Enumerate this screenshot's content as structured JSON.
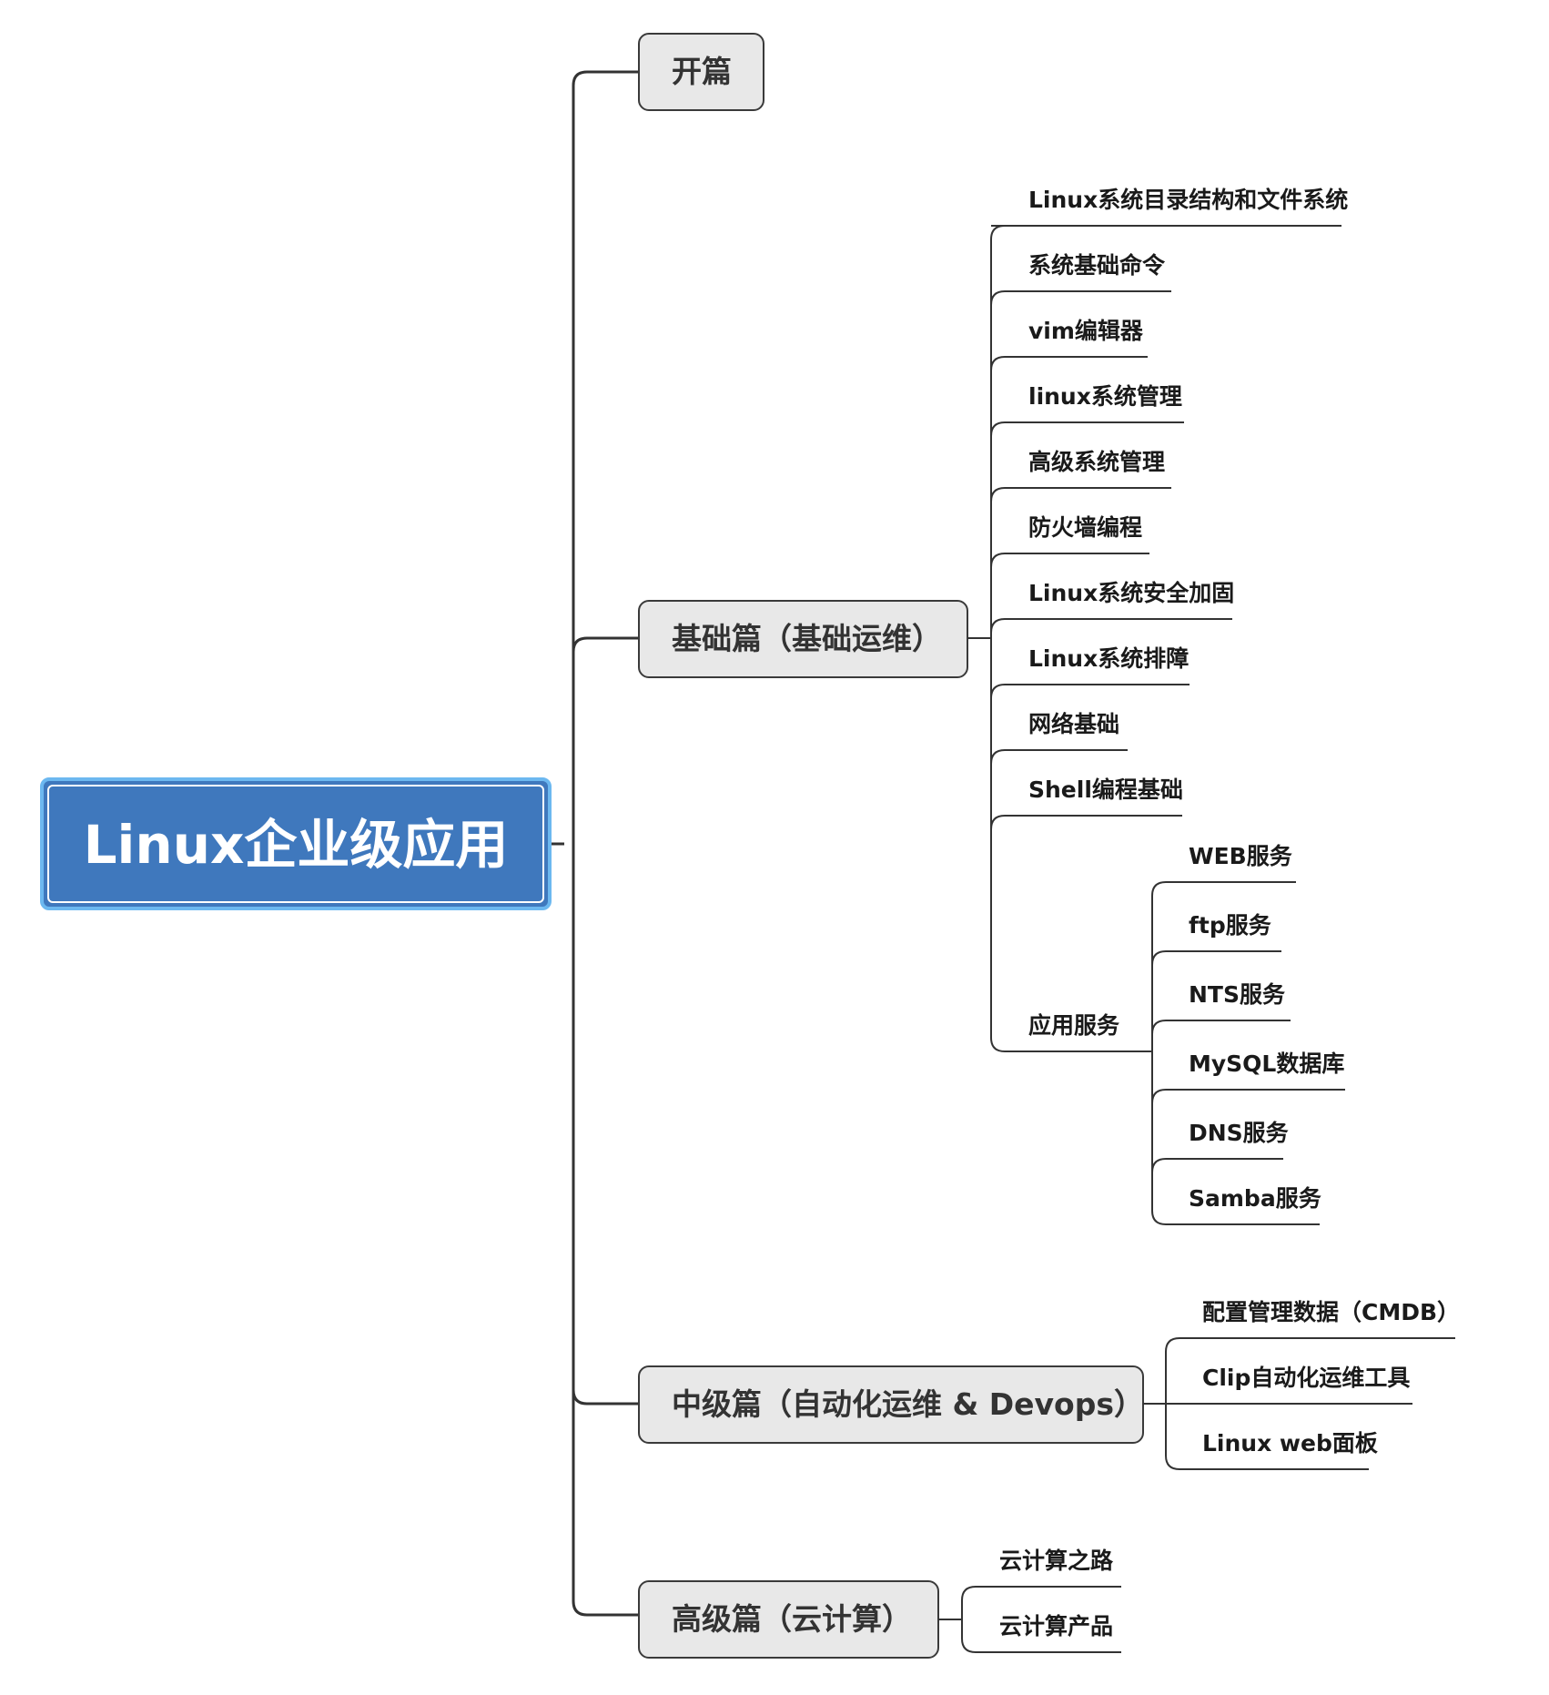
{
  "root": {
    "label": "Linux企业级应用"
  },
  "branches": {
    "kaipian": {
      "label": "开篇"
    },
    "jichu": {
      "label": "基础篇（基础运维）",
      "items": [
        "Linux系统目录结构和文件系统",
        "系统基础命令",
        "vim编辑器",
        "linux系统管理",
        "高级系统管理",
        "防火墙编程",
        "Linux系统安全加固",
        "Linux系统排障",
        "网络基础",
        "Shell编程基础"
      ],
      "app_services": {
        "label": "应用服务",
        "items": [
          "WEB服务",
          "ftp服务",
          "NTS服务",
          "MySQL数据库",
          "DNS服务",
          "Samba服务"
        ]
      }
    },
    "zhongji": {
      "label": "中级篇（自动化运维 & Devops）",
      "items": [
        "配置管理数据（CMDB）",
        "Clip自动化运维工具",
        "Linux web面板"
      ]
    },
    "gaoji": {
      "label": "高级篇（云计算）",
      "items": [
        "云计算之路",
        "云计算产品"
      ]
    }
  }
}
